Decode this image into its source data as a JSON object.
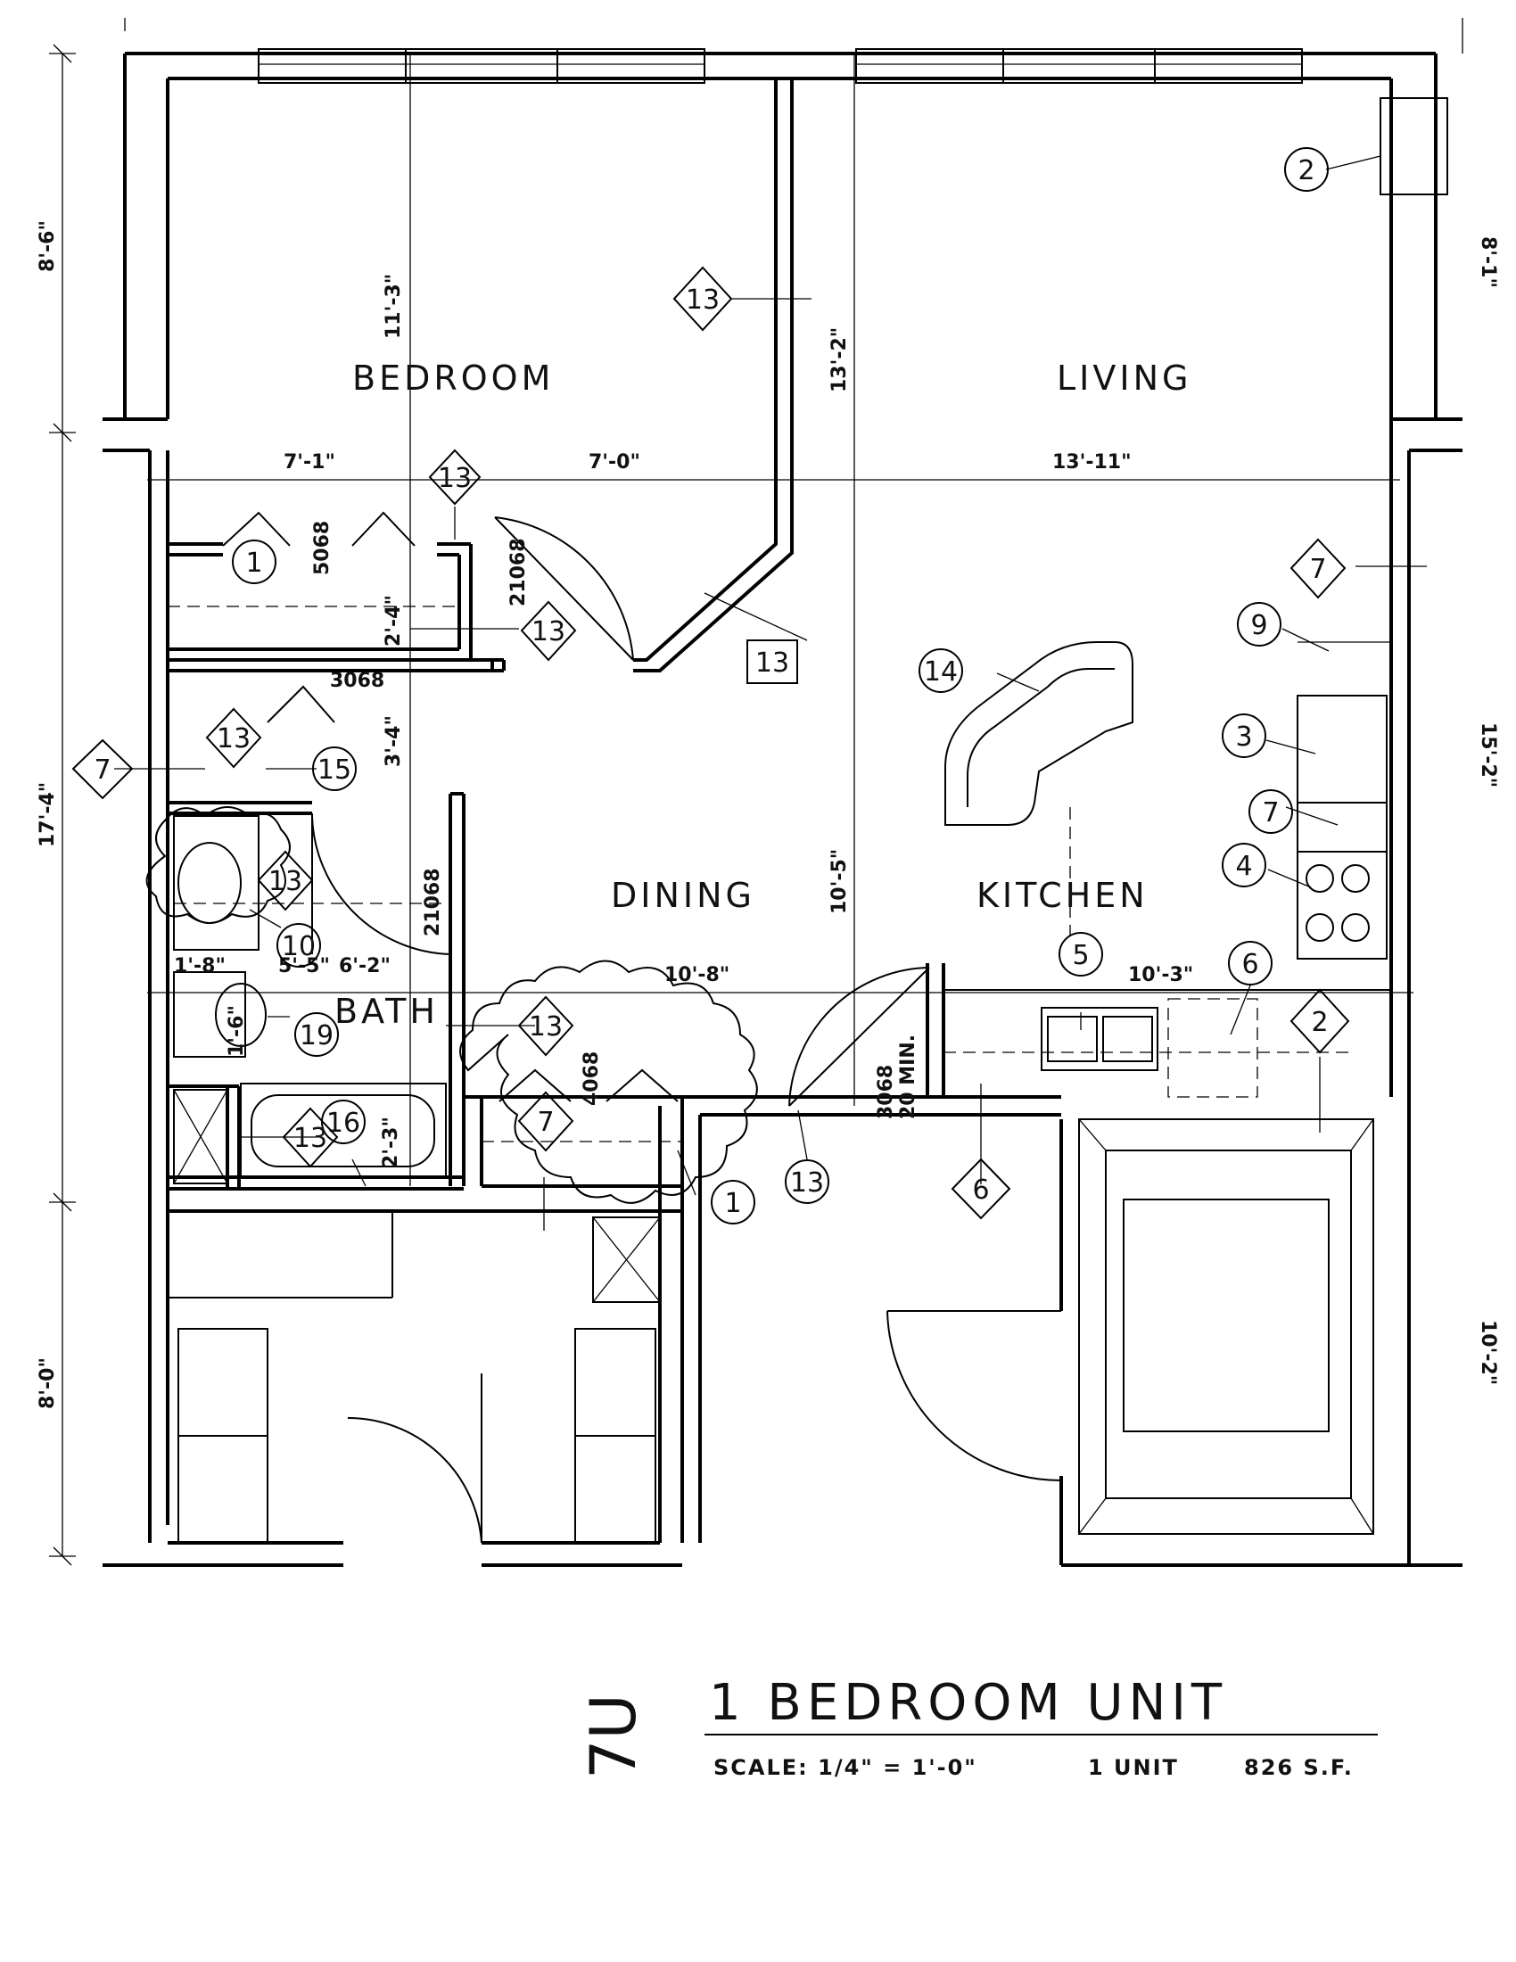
{
  "rooms": {
    "bedroom": "BEDROOM",
    "living": "LIVING",
    "dining": "DINING",
    "kitchen": "KITCHEN",
    "bath": "BATH"
  },
  "dimensions": {
    "left_top": "8'-6\"",
    "left_mid": "17'-4\"",
    "left_bottom": "8'-0\"",
    "right_top": "8'-1\"",
    "right_mid": "15'-2\"",
    "right_bottom": "10'-2\"",
    "bedroom_depth": "11'-3\"",
    "living_depth": "13'-2\"",
    "dining_depth": "10'-5\"",
    "bed_w1": "7'-1\"",
    "bed_w2": "7'-0\"",
    "living_w": "13'-11\"",
    "dining_w": "10'-8\"",
    "kitchen_w": "10'-3\"",
    "closet_d1": "2'-4\"",
    "closet_d2": "3'-4\"",
    "bath_w1": "1'-8\"",
    "bath_w2": "5'-5\"",
    "bath_w3": "6'-2\"",
    "bath_small": "1'-6\"",
    "tub_w": "2'-3\""
  },
  "door_codes": {
    "d5068": "5068",
    "d2106_a": "21068",
    "d3068": "3068",
    "d2106_b": "21068",
    "d4068": "4068",
    "entry": "3068",
    "entry_min": "20 MIN."
  },
  "keynotes": {
    "k1a": "1",
    "k1b": "1",
    "k2a": "2",
    "k2b": "2",
    "k3": "3",
    "k4": "4",
    "k5": "5",
    "k6a": "6",
    "k6b": "6",
    "k7a": "7",
    "k7b": "7",
    "k7c": "7",
    "k7d": "7",
    "k9": "9",
    "k10": "10",
    "k13a": "13",
    "k13b": "13",
    "k13c": "13",
    "k13d": "13",
    "k13e": "13",
    "k13f": "13",
    "k13g": "13",
    "k13h": "13",
    "k13i": "13",
    "k14": "14",
    "k15": "15",
    "k16": "16",
    "k19": "19"
  },
  "title_block": {
    "mark": "7U",
    "title": "1 BEDROOM UNIT",
    "scale": "SCALE: 1/4\" = 1'-0\"",
    "units": "1 UNIT",
    "area": "826 S.F."
  }
}
